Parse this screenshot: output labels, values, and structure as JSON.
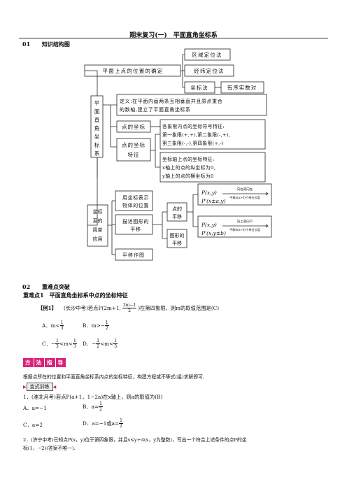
{
  "header": {
    "title": "期末复习(一)　平面直角坐标系"
  },
  "sections": [
    {
      "num": "01",
      "title": "知识结构图"
    },
    {
      "num": "02",
      "title": "重难点突破"
    }
  ],
  "diagram": {
    "root": "平面直角坐标系",
    "top_node": "平面上点的位置的确定",
    "methods": [
      "区域定位法",
      "经纬定位法",
      "坐标法"
    ],
    "ordered_pair": "有序实数对",
    "definition": [
      "定义:在平面内画两条互相垂直并且原点重合",
      "的数轴,建立了平面直角坐标系"
    ],
    "point_coord": "点的坐标",
    "coord_features": [
      "点的坐标",
      "特征"
    ],
    "quadrant_features": [
      "各象限内点的坐标符号特征:",
      "第一象限(+,+),第二象限(-,+),",
      "第三象限(-,-),第四象限(+,-)"
    ],
    "axis_features": [
      "坐标轴上点的坐标特征:",
      "x轴上的点的纵坐标为0,",
      "y轴上的点的横坐标为0"
    ],
    "simple_app": [
      "坐标",
      "系的",
      "简单",
      "应用"
    ],
    "coord_represent": [
      "用坐标表示",
      "物体的位置"
    ],
    "describe_translation": [
      "描述图形的",
      "平移"
    ],
    "point_translation": [
      "点的",
      "平移"
    ],
    "figure_translation": [
      "图形的",
      "平移"
    ],
    "translation_drawing": "平移作图",
    "lr_label_top": "向右或向左",
    "lr_label_bottom": "平移a(a>0)个单位长度",
    "ud_label_top": "向上或向下",
    "ud_label_bottom": "平移b(b>0)个单位长度",
    "point_p": "P(x,y)",
    "lr_result": "P'(x±a,y)",
    "ud_result": "P'(x,y±b)"
  },
  "content": {
    "key_point_title": "重难点1　平面直角坐标系中点的坐标特征",
    "example_label": "【例1】",
    "example_text_1": "(长沙中考)若点P(2m+1,",
    "example_frac_num": "3m−1",
    "example_frac_den": "2",
    "example_text_2": ")在第四象限，则m的取值范围是(C)",
    "ex_options": [
      {
        "label": "A．m<",
        "num": "1",
        "den": "3",
        "suffix": ""
      },
      {
        "label": "B．m>−",
        "num": "1",
        "den": "2",
        "suffix": ""
      },
      {
        "label": "C．−",
        "num": "1",
        "den": "3",
        "suffix": "<m<"
      },
      {
        "label": "D．−",
        "num": "1",
        "den": "2",
        "suffix": "<m<"
      }
    ],
    "ex_option_c_tail": {
      "num": "1",
      "den": "3"
    },
    "ex_option_d_tail": {
      "num": "1",
      "den": "3"
    },
    "method_badge": [
      "方",
      "法",
      "指",
      "导"
    ],
    "method_text": "根据点所在的位置和平面直角坐标系内点的坐标特征，构建方程或不等式(组)求解即可.",
    "practice_badge": "变式训练",
    "q1": "1．(淮北月考)若点P(a+1，1−2a)在x轴上，则a的取值为(B)",
    "q1_options": [
      "A．a=−1",
      "B．a=",
      "C．a=2",
      "D．a=−1或a="
    ],
    "q1_frac": {
      "num": "1",
      "den": "2"
    },
    "q2_line1": "2．(济宁中考)已知点P(x，y)位于第四象限，并且x≤y+4(x，y为整数)，写出一个符合上述条件的点P的坐",
    "q2_line2": "标(1，−2)(答案不唯一)."
  }
}
